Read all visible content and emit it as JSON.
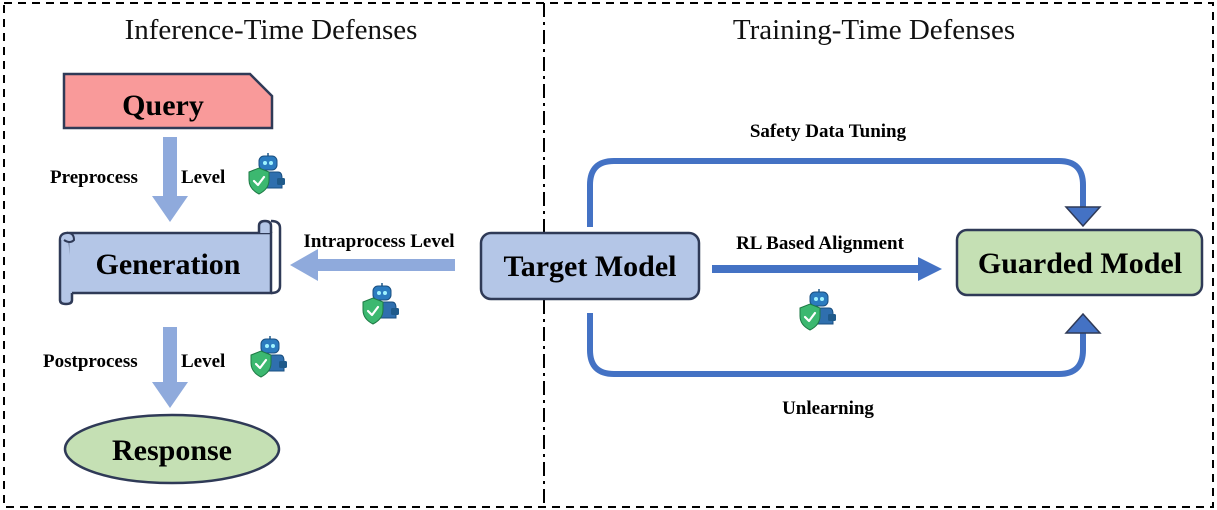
{
  "sections": {
    "inference_title": "Inference-Time Defenses",
    "training_title": "Training-Time Defenses"
  },
  "inference": {
    "query": "Query",
    "generation": "Generation",
    "response": "Response",
    "preprocess_label": "Preprocess",
    "preprocess_level": "Level",
    "postprocess_label": "Postprocess",
    "postprocess_level": "Level",
    "intraprocess_label": "Intraprocess Level"
  },
  "training": {
    "target_model": "Target Model",
    "guarded_model": "Guarded Model",
    "safety_data_tuning": "Safety Data Tuning",
    "rl_alignment": "RL Based Alignment",
    "unlearning": "Unlearning"
  },
  "colors": {
    "query_fill": "#f99a9a",
    "generation_fill": "#b4c6e7",
    "response_fill": "#c5e0b4",
    "target_fill": "#b4c6e7",
    "guarded_fill": "#c5e0b4",
    "arrow_light": "#8faadc",
    "arrow_dark": "#4472c4",
    "border": "#2f3a57"
  },
  "icons": [
    "robot-shield-icon"
  ]
}
